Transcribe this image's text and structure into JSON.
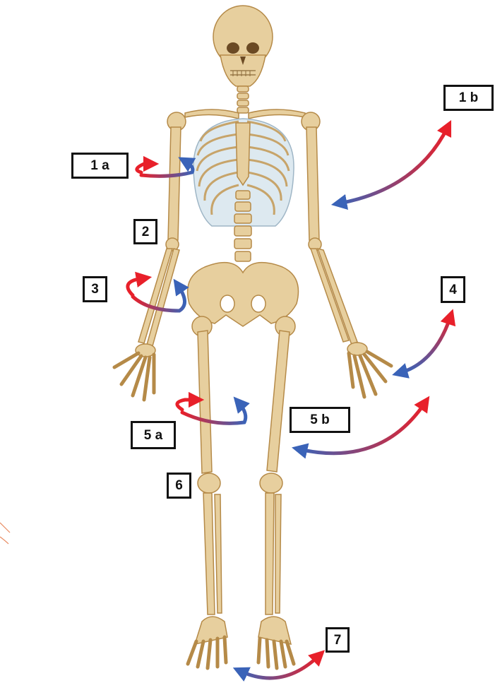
{
  "labels": {
    "l1a": "1 a",
    "l1b": "1 b",
    "l2": "2",
    "l3": "3",
    "l4": "4",
    "l5a": "5 a",
    "l5b": "5 b",
    "l6": "6",
    "l7": "7"
  },
  "colors": {
    "arrow_red": "#e8202a",
    "arrow_blue": "#3a63b8",
    "bone": "#e7cf9e",
    "bone_edge": "#b58a48",
    "cartilage": "#c8dce8",
    "box_border": "#111111"
  }
}
